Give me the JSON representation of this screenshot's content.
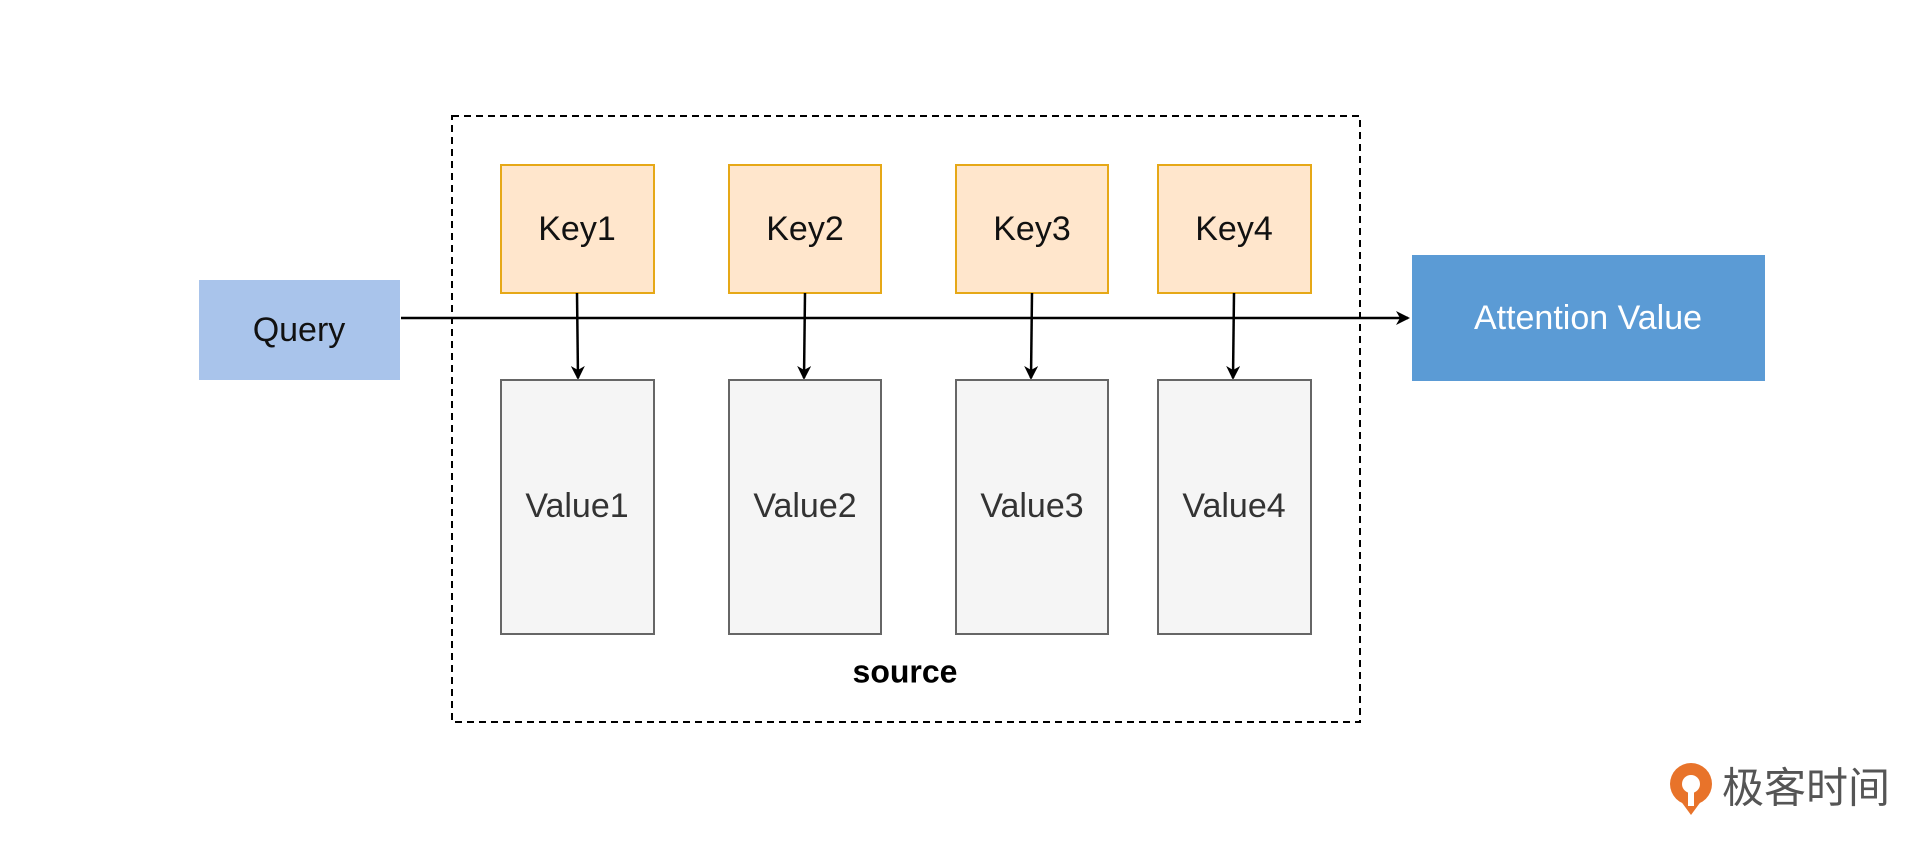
{
  "query": {
    "label": "Query"
  },
  "keys": [
    {
      "label": "Key1"
    },
    {
      "label": "Key2"
    },
    {
      "label": "Key3"
    },
    {
      "label": "Key4"
    }
  ],
  "values": [
    {
      "label": "Value1"
    },
    {
      "label": "Value2"
    },
    {
      "label": "Value3"
    },
    {
      "label": "Value4"
    }
  ],
  "source": {
    "label": "source"
  },
  "attention": {
    "label": "Attention Value"
  },
  "logo": {
    "text": "极客时间"
  },
  "colors": {
    "query_fill": "#a9c4eb",
    "key_fill": "#ffe6cc",
    "key_stroke": "#e6a817",
    "value_fill": "#f5f5f5",
    "value_stroke": "#666666",
    "attention_fill": "#5b9bd5",
    "attention_text": "#ffffff",
    "text": "#111111",
    "value_text": "#333333",
    "logo": "#e8732a",
    "logo_text": "#555555"
  }
}
